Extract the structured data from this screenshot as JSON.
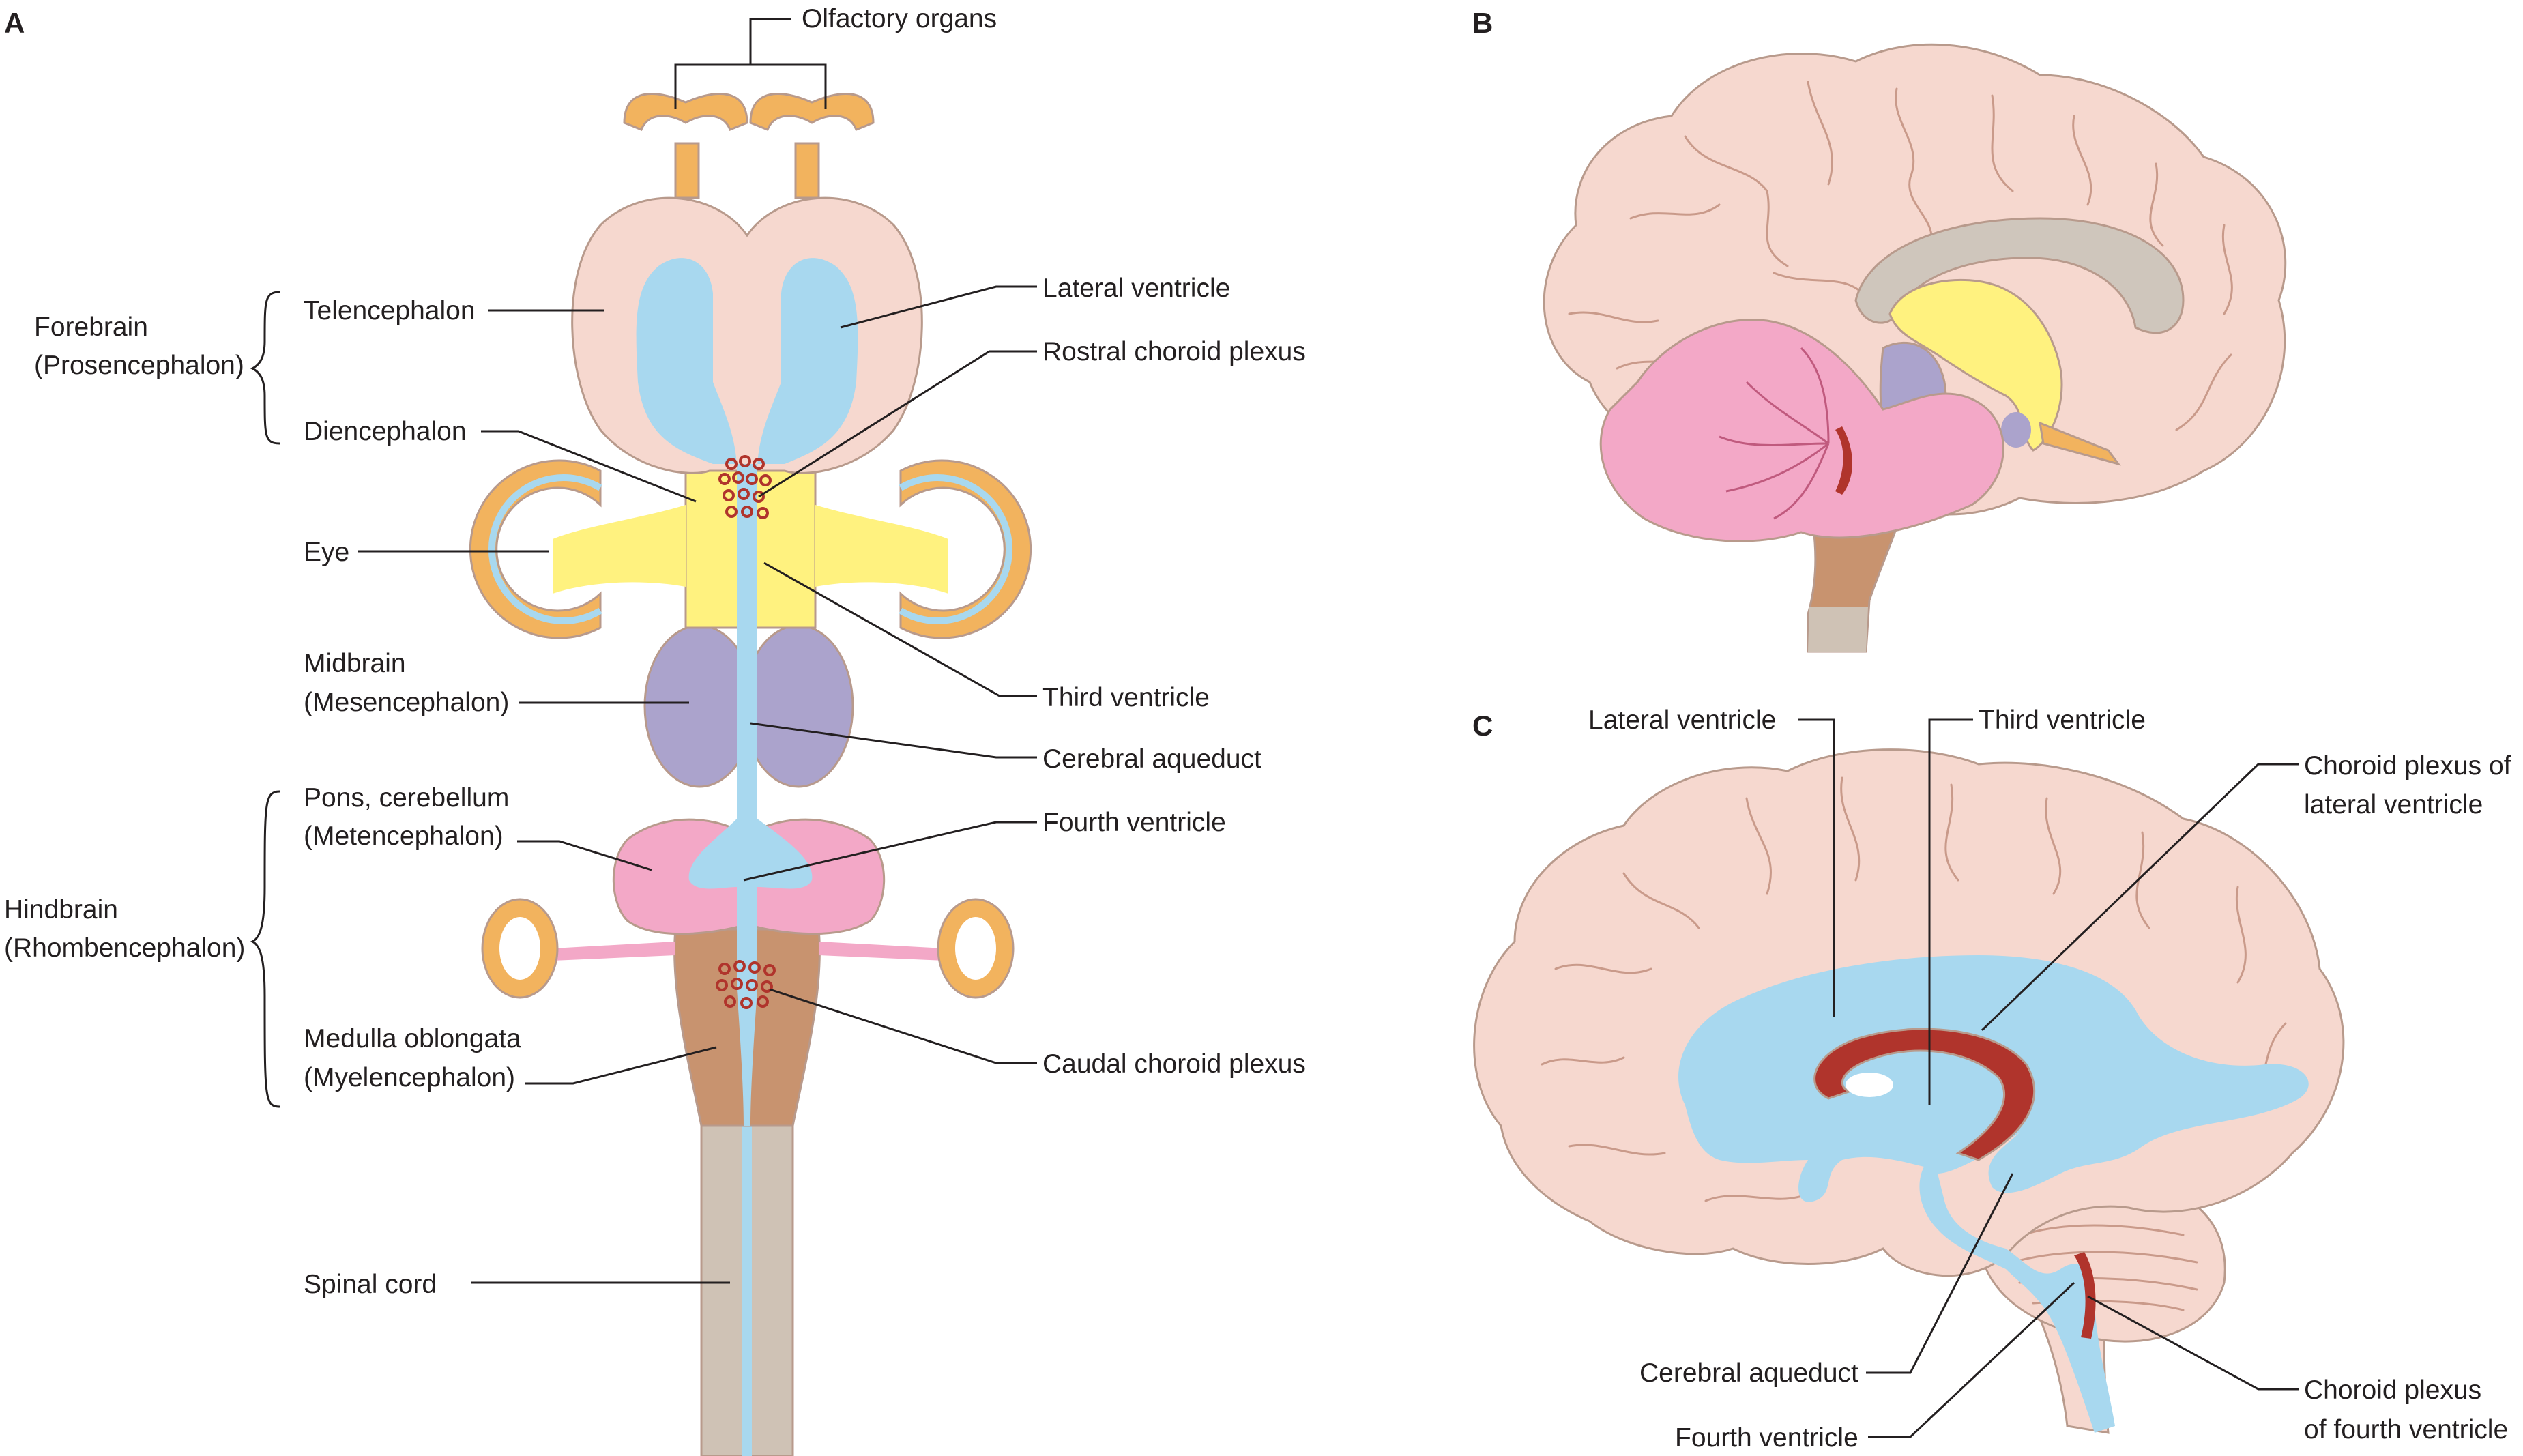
{
  "colors": {
    "cortex": "#f6d8cf",
    "ventricle": "#a8d8ef",
    "diencephalon": "#fff27f",
    "mesencephalon": "#aba3cc",
    "metencephalon": "#f3a8c7",
    "myelencephalon": "#c8936f",
    "spinal_cord": "#cfc2b5",
    "olfactory": "#f2b35e",
    "choroid_plexus": "#b0342c",
    "corpus_callosum": "#cfc6bc"
  },
  "panels": {
    "A": {
      "letter": "A",
      "top_labels": {
        "olfactory": "Olfactory organs"
      },
      "left_labels": {
        "forebrain": "Forebrain",
        "prosencephalon": "(Prosencephalon)",
        "telencephalon": "Telencephalon",
        "diencephalon": "Diencephalon",
        "eye": "Eye",
        "midbrain": "Midbrain",
        "mesencephalon": "(Mesencephalon)",
        "pons": "Pons, cerebellum",
        "metencephalon": "(Metencephalon)",
        "hindbrain": "Hindbrain",
        "rhombencephalon": "(Rhombencephalon)",
        "medulla": "Medulla oblongata",
        "myelencephalon": "(Myelencephalon)",
        "spinal_cord": "Spinal cord"
      },
      "right_labels": {
        "lateral_ventricle": "Lateral ventricle",
        "rostral_choroid": "Rostral choroid plexus",
        "third_ventricle": "Third ventricle",
        "cerebral_aqueduct": "Cerebral aqueduct",
        "fourth_ventricle": "Fourth ventricle",
        "caudal_choroid": "Caudal choroid plexus"
      }
    },
    "B": {
      "letter": "B"
    },
    "C": {
      "letter": "C",
      "labels": {
        "lateral_ventricle": "Lateral ventricle",
        "third_ventricle": "Third ventricle",
        "choroid_lateral_1": "Choroid plexus of",
        "choroid_lateral_2": "lateral ventricle",
        "cerebral_aqueduct": "Cerebral aqueduct",
        "fourth_ventricle": "Fourth ventricle",
        "choroid_fourth_1": "Choroid plexus",
        "choroid_fourth_2": "of fourth ventricle"
      }
    }
  }
}
